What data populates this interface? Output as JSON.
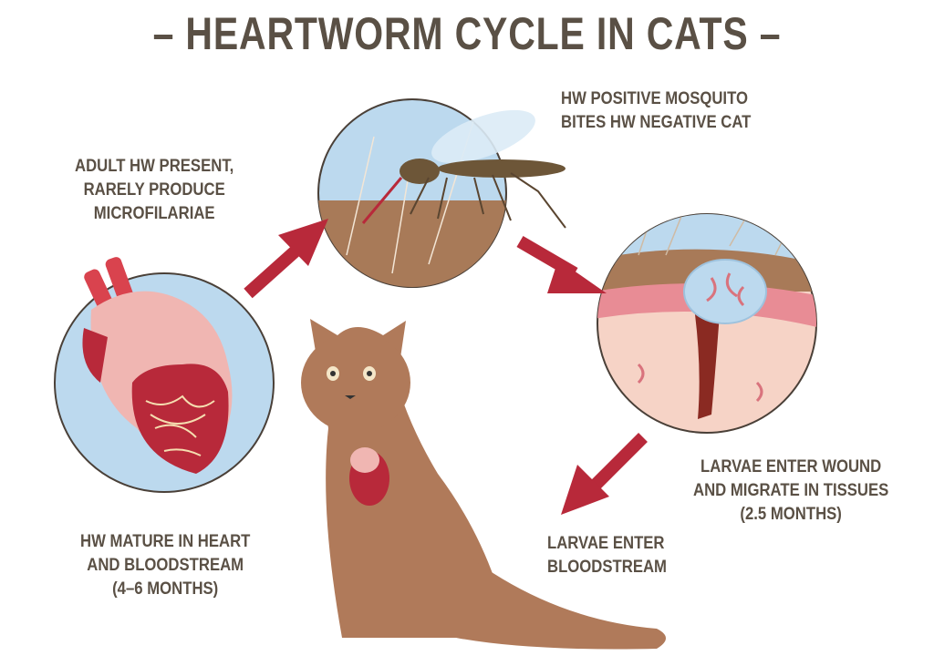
{
  "title": "– HEARTWORM CYCLE IN CATS –",
  "steps": {
    "adult": [
      "ADULT HW PRESENT,",
      "RARELY PRODUCE",
      "MICROFILARIAE"
    ],
    "mosquito": [
      "HW POSITIVE MOSQUITO",
      "BITES HW NEGATIVE CAT"
    ],
    "wound": [
      "LARVAE ENTER WOUND",
      "AND MIGRATE IN TISSUES",
      "(2.5 MONTHS)"
    ],
    "bloodstream": [
      "LARVAE ENTER",
      "BLOODSTREAM"
    ],
    "mature": [
      "HW MATURE IN HEART",
      "AND BLOODSTREAM",
      "(4–6 MONTHS)"
    ]
  },
  "colors": {
    "text": "#5a5045",
    "arrow": "#b8293a",
    "circle": "#bcd9ee",
    "skin": "#a87a58"
  }
}
